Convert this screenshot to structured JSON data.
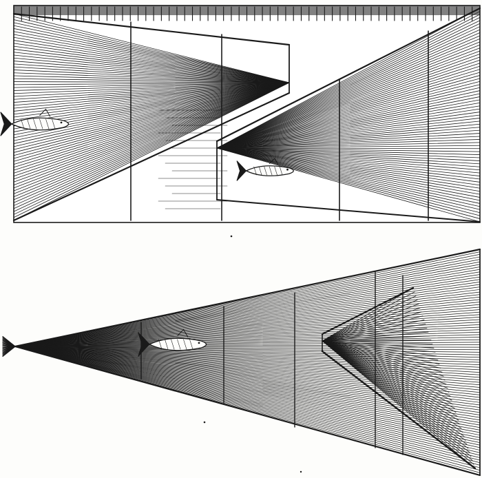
{
  "figure": {
    "ink_color": "#1a1a1a",
    "paper_color": "#fdfdfb",
    "panels": [
      {
        "id": "top",
        "description_name": "fish-trap-plan-view",
        "fish_count": 2
      },
      {
        "id": "bottom",
        "description_name": "fish-trap-funnel-view",
        "fish_count": 1
      }
    ]
  }
}
